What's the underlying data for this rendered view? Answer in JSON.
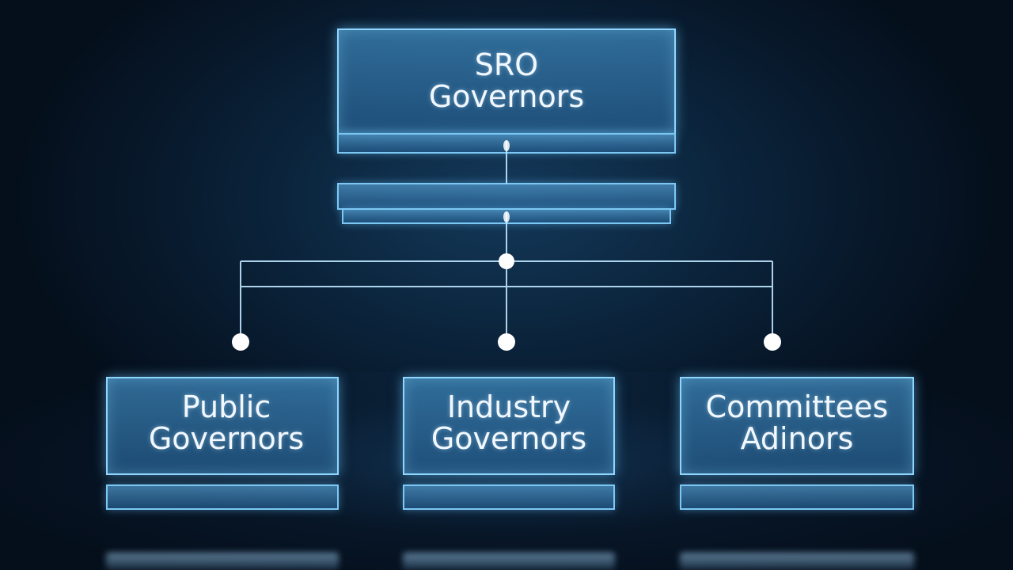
{
  "nodes": {
    "root": {
      "line1": "SRO",
      "line2": "Governors"
    },
    "public": {
      "line1": "Public",
      "line2": "Governors"
    },
    "industry": {
      "line1": "Industry",
      "line2": "Governors"
    },
    "committees": {
      "line1": "Committees",
      "line2": "Adinors"
    }
  },
  "edges": [
    {
      "from": "root",
      "to": "public"
    },
    {
      "from": "root",
      "to": "industry"
    },
    {
      "from": "root",
      "to": "committees"
    }
  ],
  "colors": {
    "background": "#0a1e33",
    "glass_edge": "#8fd6ff",
    "connector": "#bfe6ff",
    "text": "#f2f8ff"
  }
}
